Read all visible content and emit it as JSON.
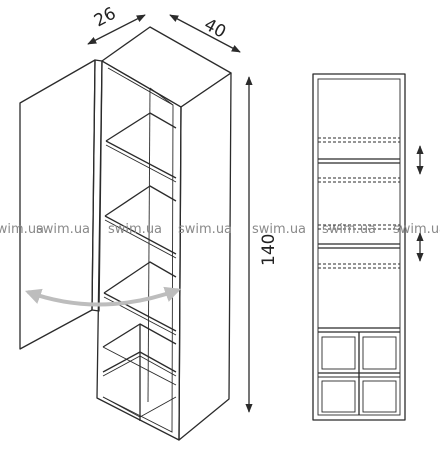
{
  "dimensions": {
    "depth": "26",
    "width": "40",
    "height": "140"
  },
  "watermark": {
    "text": "swim.ua"
  },
  "colors": {
    "line": "#2b2b2b",
    "swing_arrow": "#bdbdbd",
    "watermark": "#8a8a8a"
  },
  "icons": {
    "shelf_adjust": "double-arrow-vertical-icon",
    "door_swing": "curved-double-arrow-icon"
  }
}
